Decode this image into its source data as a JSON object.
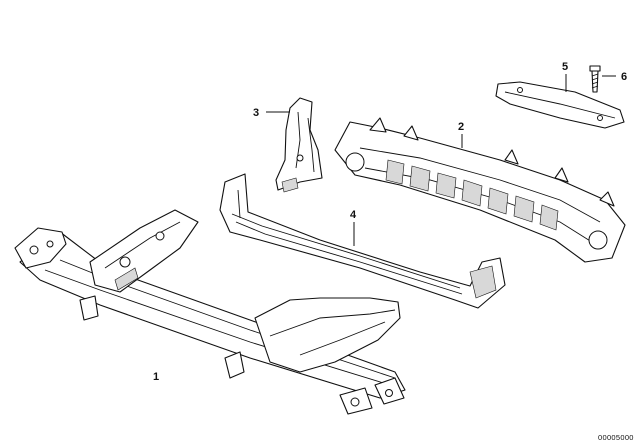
{
  "parts": [
    {
      "number": "1"
    },
    {
      "number": "2"
    },
    {
      "number": "3"
    },
    {
      "number": "4"
    },
    {
      "number": "5"
    },
    {
      "number": "6"
    }
  ],
  "reference_code": "00005000",
  "colors": {
    "line": "#111111",
    "background": "#ffffff"
  }
}
